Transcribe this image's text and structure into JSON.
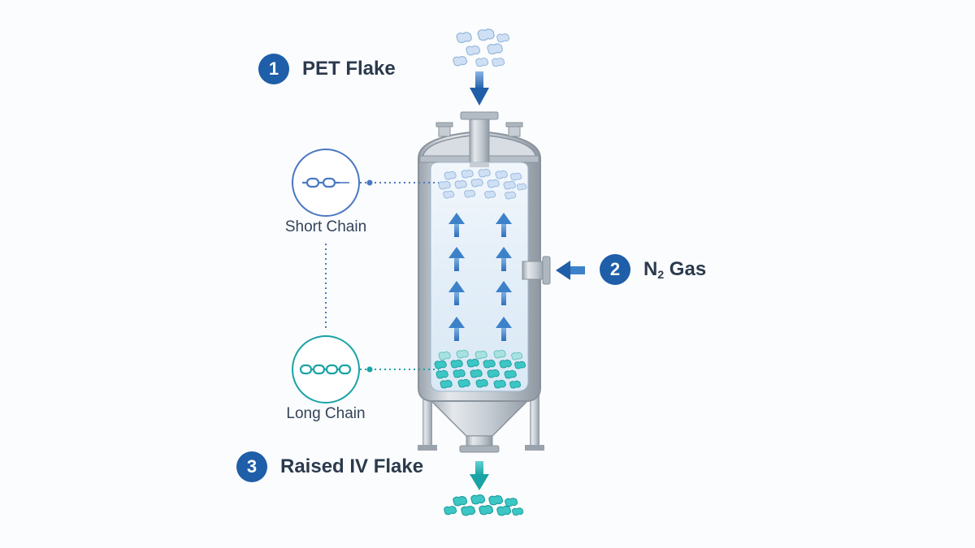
{
  "steps": [
    {
      "number": "1",
      "label": "PET Flake"
    },
    {
      "number": "2",
      "label_main": "N",
      "label_sub": "2",
      "label_rest": " Gas"
    },
    {
      "number": "3",
      "label": "Raised IV Flake"
    }
  ],
  "chains": {
    "short": {
      "label": "Short Chain",
      "icon": "short-chain-icon"
    },
    "long": {
      "label": "Long Chain",
      "icon": "long-chain-icon"
    }
  },
  "colors": {
    "accent": "#1f5ea8",
    "arrow": "#3d82c9",
    "short_chain": "#4a78c2",
    "long_chain": "#1aa3a5",
    "vessel_steel": "#bcc4cc",
    "flake_light": "#c9dcf2",
    "flake_teal": "#33c3c3"
  }
}
